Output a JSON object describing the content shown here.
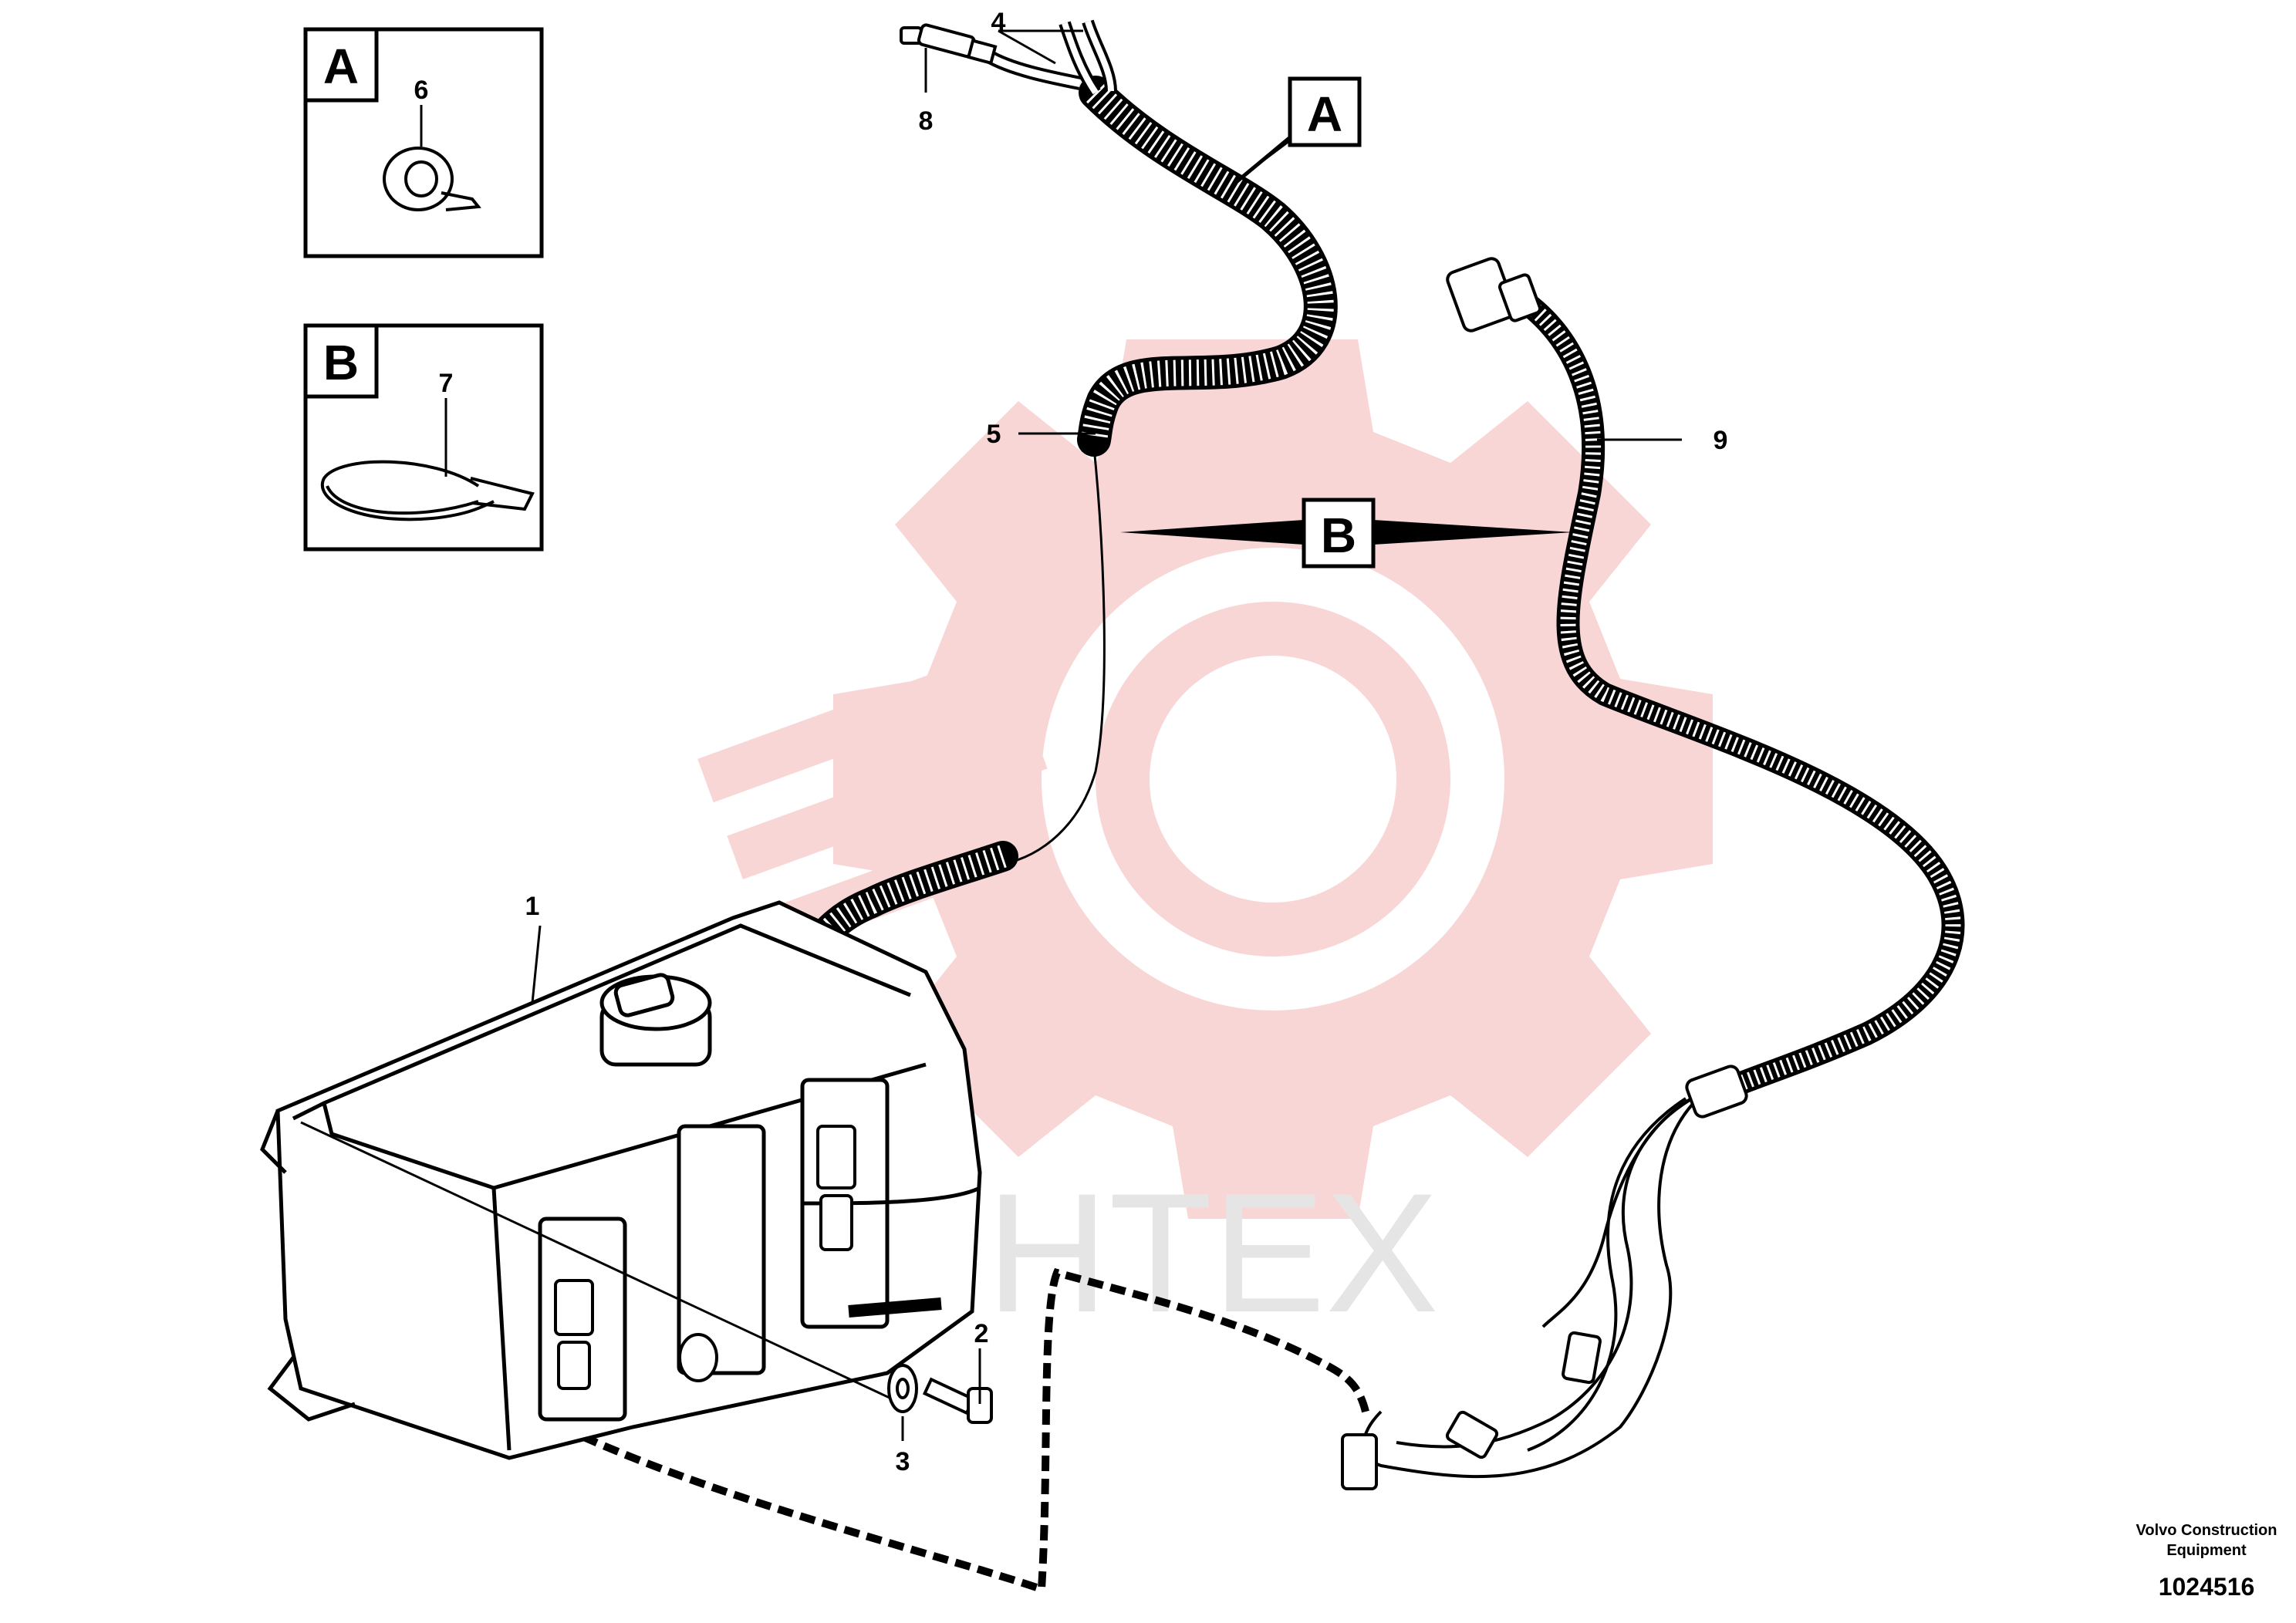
{
  "watermark": {
    "text": "ИНТЕХ",
    "gear_color": "#f9d6d6"
  },
  "inset_a": {
    "letter": "A",
    "part": "6"
  },
  "inset_b": {
    "letter": "B",
    "part": "7"
  },
  "callout_a": "A",
  "callout_b": "B",
  "labels": {
    "p1": "1",
    "p2": "2",
    "p3": "3",
    "p4": "4",
    "p5": "5",
    "p8": "8",
    "p9": "9"
  },
  "footer": {
    "brand_line1": "Volvo Construction",
    "brand_line2": "Equipment",
    "drawing_number": "1024516"
  }
}
